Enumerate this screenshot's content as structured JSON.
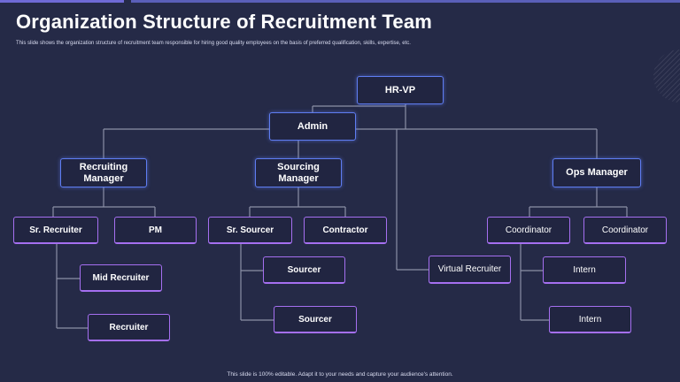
{
  "slide": {
    "title": "Organization Structure of Recruitment Team",
    "subtitle": "This slide shows the organization structure of recruitment team responsible for hiring good quality employees on the basis of preferred qualification, skills, expertise, etc.",
    "footer": "This slide is 100% editable. Adapt it to your needs and capture your audience's attention."
  },
  "chart": {
    "hr_vp": "HR-VP",
    "admin": "Admin",
    "recruiting_manager": "Recruiting Manager",
    "sourcing_manager": "Sourcing Manager",
    "ops_manager": "Ops Manager",
    "sr_recruiter": "Sr. Recruiter",
    "pm": "PM",
    "mid_recruiter": "Mid Recruiter",
    "recruiter": "Recruiter",
    "sr_sourcer": "Sr. Sourcer",
    "contractor": "Contractor",
    "sourcer_1": "Sourcer",
    "sourcer_2": "Sourcer",
    "virtual_recruiter": "Virtual Recruiter",
    "coordinator_1": "Coordinator",
    "coordinator_2": "Coordinator",
    "intern_1": "Intern",
    "intern_2": "Intern"
  },
  "colors": {
    "background": "#252a47",
    "connector": "#8c90a6",
    "manager_border": "#5f7df2",
    "staff_border": "#a56ff0"
  }
}
